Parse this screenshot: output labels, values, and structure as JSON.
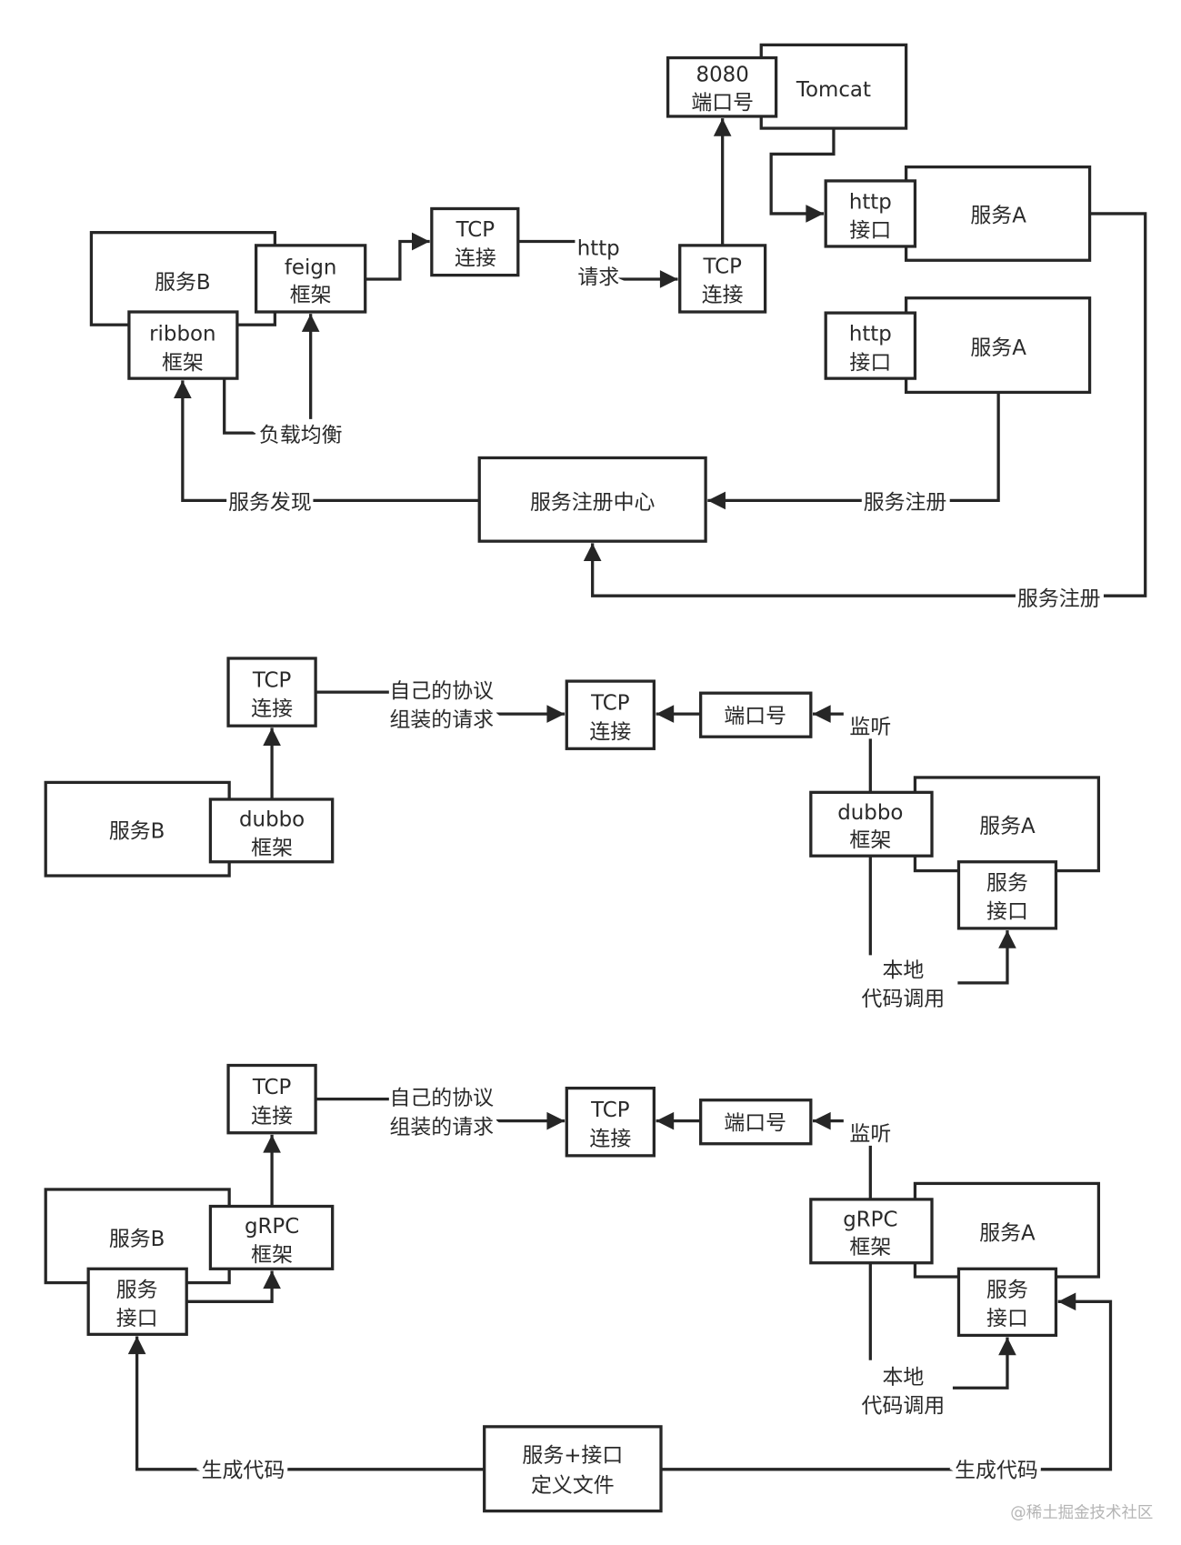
{
  "diagram1": {
    "tomcat": "Tomcat",
    "port_8080": [
      "8080",
      "端口号"
    ],
    "service_a": "服务A",
    "http_interface": [
      "http",
      "接口"
    ],
    "service_b": "服务B",
    "feign": [
      "feign",
      "框架"
    ],
    "ribbon": [
      "ribbon",
      "框架"
    ],
    "tcp": [
      "TCP",
      "连接"
    ],
    "http_request": [
      "http",
      "请求"
    ],
    "load_balance": "负载均衡",
    "registry": "服务注册中心",
    "discovery": "服务发现",
    "register": "服务注册"
  },
  "diagram2": {
    "tcp": [
      "TCP",
      "连接"
    ],
    "service_b": "服务B",
    "dubbo": [
      "dubbo",
      "框架"
    ],
    "own_protocol": [
      "自己的协议",
      "组装的请求"
    ],
    "port": "端口号",
    "listen": "监听",
    "service_a": "服务A",
    "service_interface": [
      "服务",
      "接口"
    ],
    "local_call": [
      "本地",
      "代码调用"
    ]
  },
  "diagram3": {
    "tcp": [
      "TCP",
      "连接"
    ],
    "service_b": "服务B",
    "grpc": [
      "gRPC",
      "框架"
    ],
    "own_protocol": [
      "自己的协议",
      "组装的请求"
    ],
    "port": "端口号",
    "listen": "监听",
    "service_a": "服务A",
    "service_interface": [
      "服务",
      "接口"
    ],
    "local_call": [
      "本地",
      "代码调用"
    ],
    "definition_file": [
      "服务+接口",
      "定义文件"
    ],
    "generate_code": "生成代码"
  },
  "watermark": "@稀土掘金技术社区"
}
